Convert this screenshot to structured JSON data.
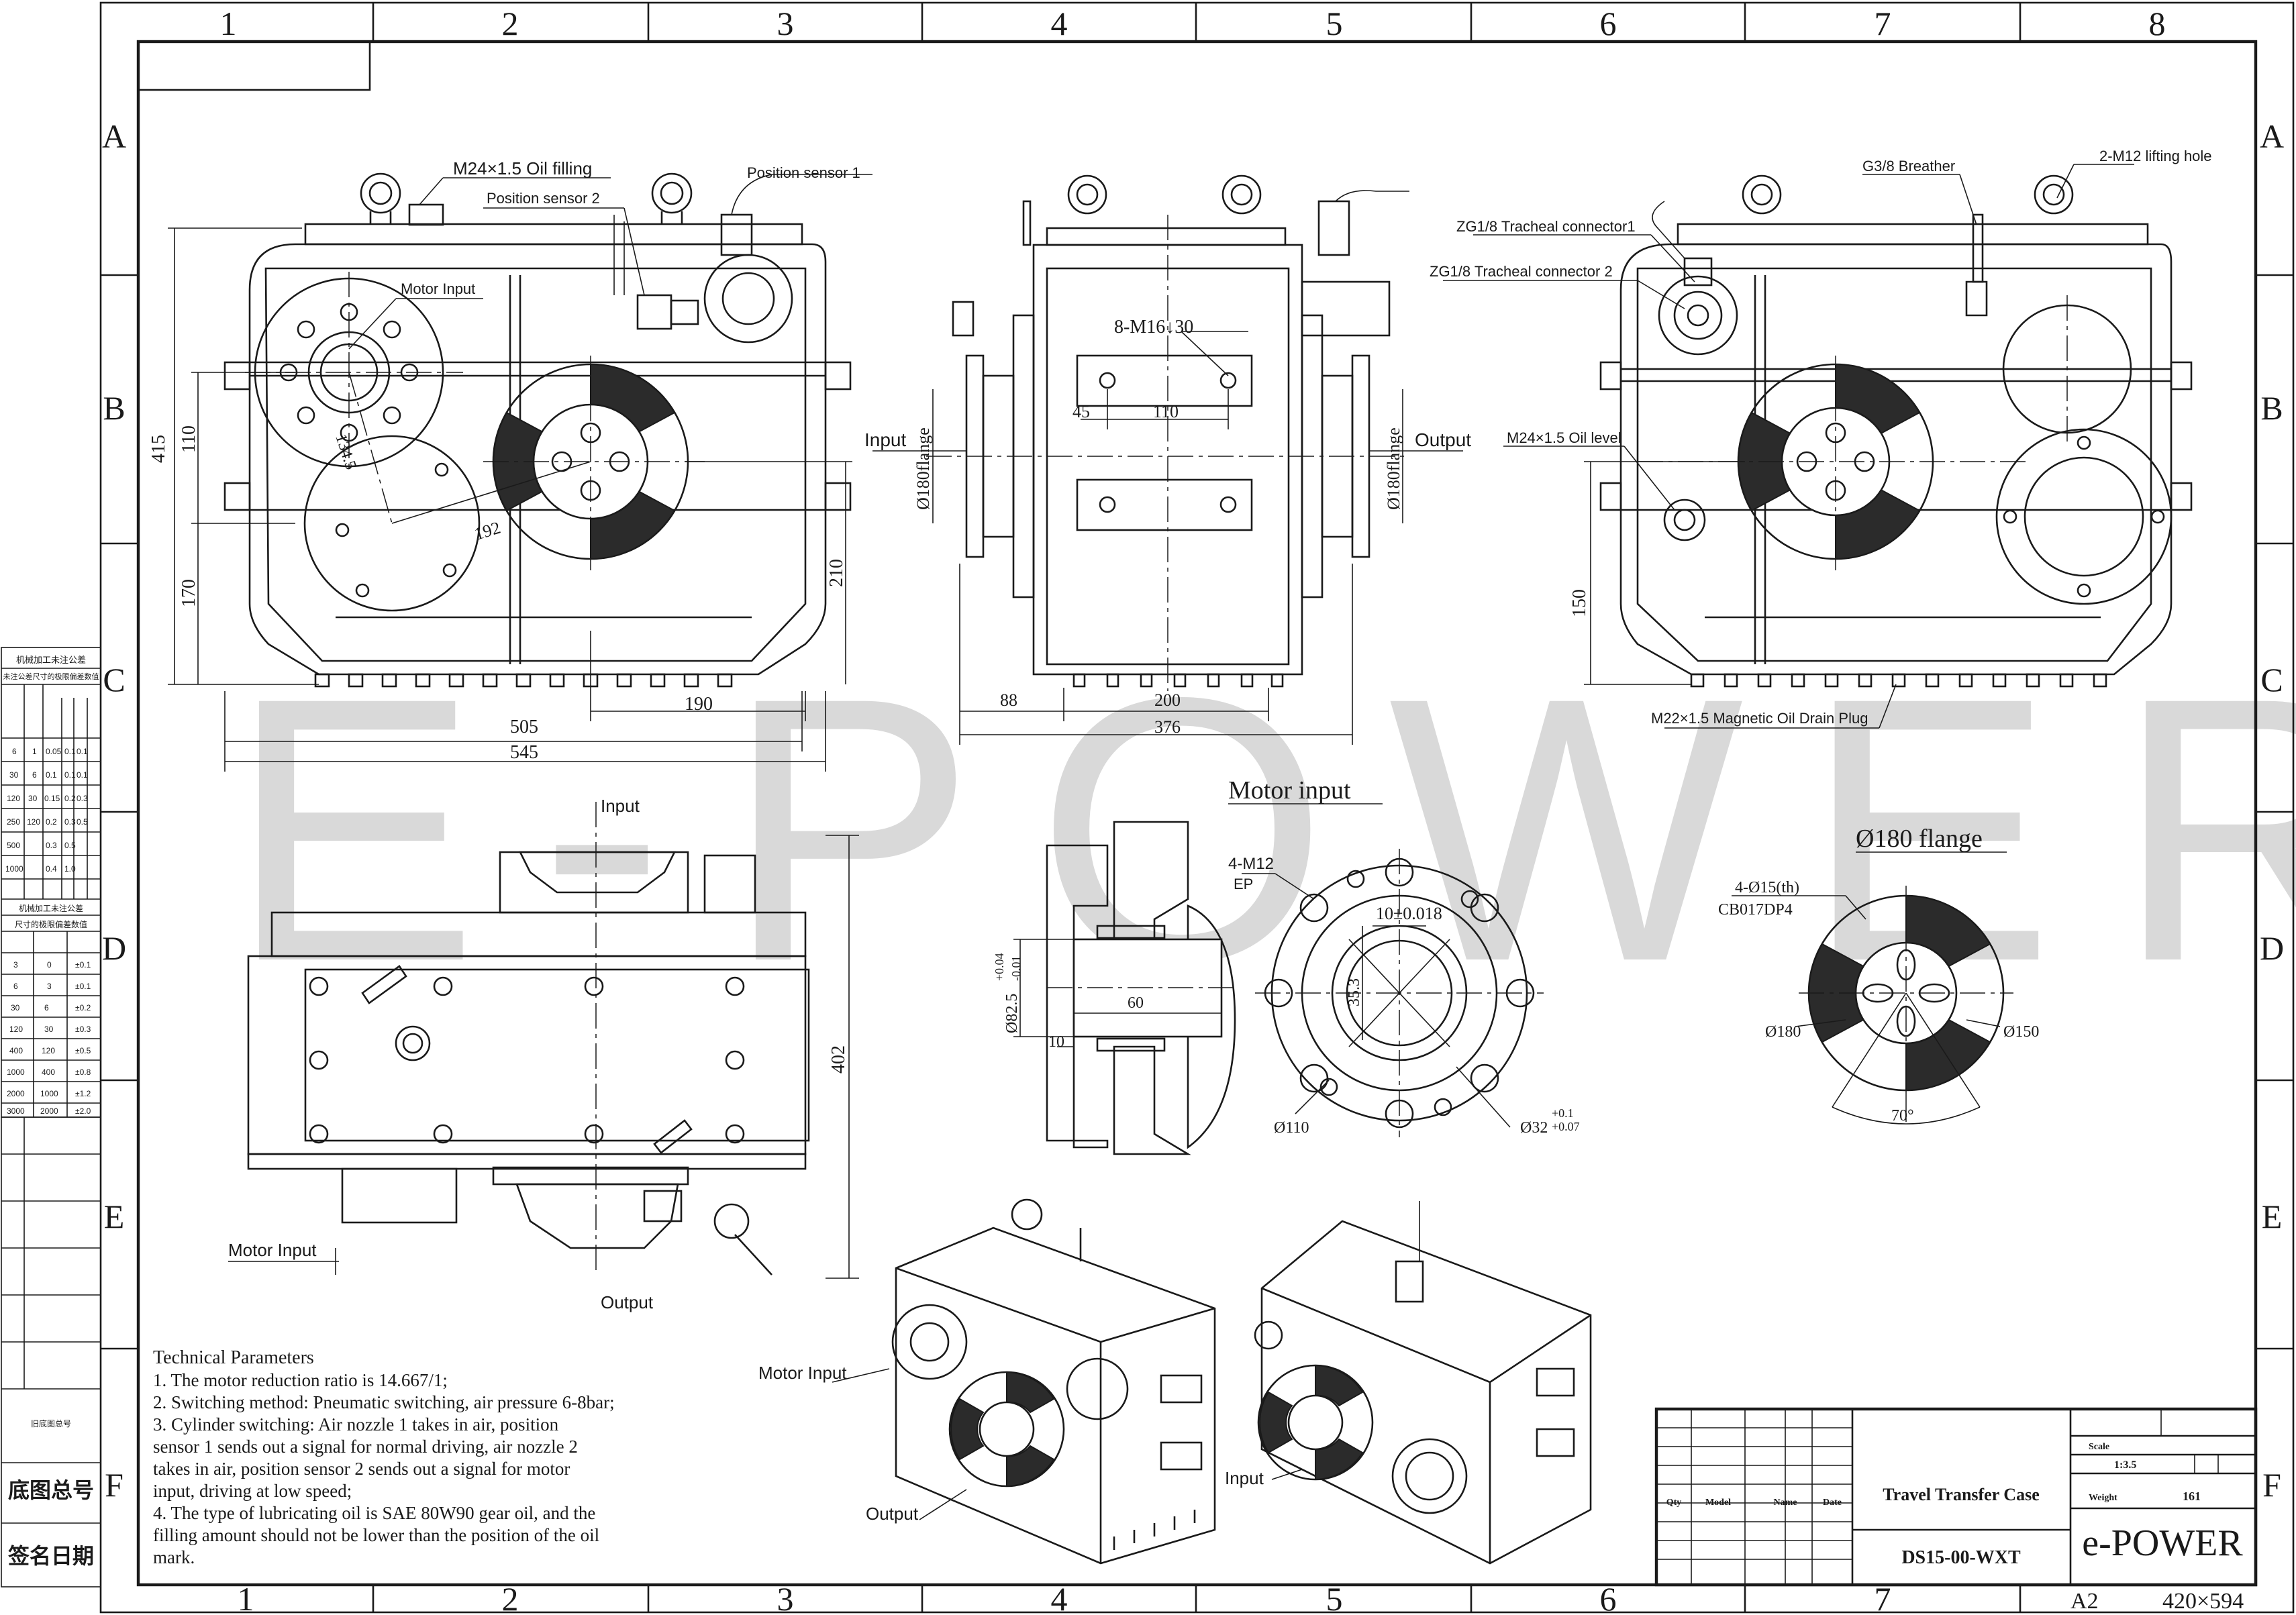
{
  "frame": {
    "columns": [
      "1",
      "2",
      "3",
      "4",
      "5",
      "6",
      "7",
      "8"
    ],
    "rows": [
      "A",
      "B",
      "C",
      "D",
      "E",
      "F"
    ],
    "watermark": "E-POWER"
  },
  "front_view": {
    "oil_filling": "M24×1.5 Oil filling",
    "sensor_2": "Position sensor 2",
    "sensor_1": "Position sensor 1",
    "motor_input": "Motor Input",
    "dims": {
      "d415": "415",
      "d110": "110",
      "d170": "170",
      "d210": "210",
      "d190": "190",
      "d505": "505",
      "d545": "545",
      "d192": "192",
      "d1345": "134.5"
    }
  },
  "side_view": {
    "bolts": "8-M16↓30",
    "d45": "45",
    "d110": "110",
    "d88": "88",
    "d200": "200",
    "d376": "376",
    "input": "Input",
    "output": "Output",
    "flange_left": "Ø180flange",
    "flange_right": "Ø180flange"
  },
  "rear_view": {
    "breather": "G3/8 Breather",
    "lifting": "2-M12 lifting hole",
    "tracheal_1": "ZG1/8 Tracheal connector1",
    "tracheal_2": "ZG1/8 Tracheal connector 2",
    "oil_level": "M24×1.5 Oil level",
    "drain": "M22×1.5 Magnetic Oil Drain Plug",
    "d150": "150"
  },
  "top_view": {
    "input": "Input",
    "output": "Output",
    "motor_input": "Motor Input",
    "d402": "402"
  },
  "section": {
    "d825": "Ø82.5",
    "tol_up": "+0.04",
    "tol_dn": "-0.01",
    "d60": "60",
    "d10": "10"
  },
  "motor_input_detail": {
    "title": "Motor input",
    "thread": "4-M12",
    "ep": "EP",
    "key": "10±0.018",
    "d353": "35.3",
    "d110": "Ø110",
    "d32": "Ø32",
    "d32_up": "+0.1",
    "d32_dn": "+0.07"
  },
  "flange_detail": {
    "title": "Ø180 flange",
    "holes": "4-Ø15(th)",
    "cb": "CB017DP4",
    "d180": "Ø180",
    "d150": "Ø150",
    "angle": "70°"
  },
  "iso_labels": {
    "motor_input": "Motor Input",
    "output": "Output",
    "input": "Input"
  },
  "notes": {
    "heading": "Technical Parameters",
    "lines": [
      "1. The motor reduction ratio is 14.667/1;",
      "2. Switching method: Pneumatic switching, air pressure 6-8bar;",
      "3. Cylinder switching: Air nozzle 1 takes in air, position",
      "sensor 1 sends out a signal for normal driving, air nozzle 2",
      "takes in air, position sensor 2 sends out a signal for motor",
      "input, driving at low speed;",
      "4. The type of lubricating oil is SAE 80W90 gear oil, and the",
      "filling amount should not be lower than the position of the oil",
      "mark."
    ]
  },
  "side_table": {
    "t1": "机械加工未注公差",
    "t2": "未注公差尺寸的极限偏差数值",
    "t3": "机械加工未注公差",
    "t4": "尺寸的极限偏差数值",
    "t5": "旧底图总号",
    "drawing_no": "底图总号",
    "sign_date": "签名日期",
    "rows1": [
      [
        "6",
        "1",
        "0.05",
        "0.1",
        "0.1"
      ],
      [
        "30",
        "6",
        "0.1",
        "0.1",
        "0.1"
      ],
      [
        "120",
        "30",
        "0.15",
        "0.2",
        "0.3"
      ],
      [
        "250",
        "120",
        "0.2",
        "0.3",
        "0.5"
      ],
      [
        "500",
        "",
        "0.3",
        "0.5",
        ""
      ],
      [
        "1000",
        "",
        "0.4",
        "1.0",
        ""
      ]
    ],
    "rows2": [
      [
        "3",
        "0",
        "±0.1"
      ],
      [
        "6",
        "3",
        "±0.1"
      ],
      [
        "30",
        "6",
        "±0.2"
      ],
      [
        "120",
        "30",
        "±0.3"
      ],
      [
        "400",
        "120",
        "±0.5"
      ],
      [
        "1000",
        "400",
        "±0.8"
      ],
      [
        "2000",
        "1000",
        "±1.2"
      ],
      [
        "3000",
        "2000",
        "±2.0"
      ]
    ]
  },
  "title_block": {
    "qty": "Qty",
    "model": "Model",
    "name": "Name",
    "date": "Date",
    "product": "Travel Transfer Case",
    "drawing_no": "DS15-00-WXT",
    "scale_label": "Scale",
    "scale": "1:3.5",
    "weight_label": "Weight",
    "weight": "161",
    "brand": "e-POWER",
    "sheet": "A2",
    "size": "420×594"
  }
}
